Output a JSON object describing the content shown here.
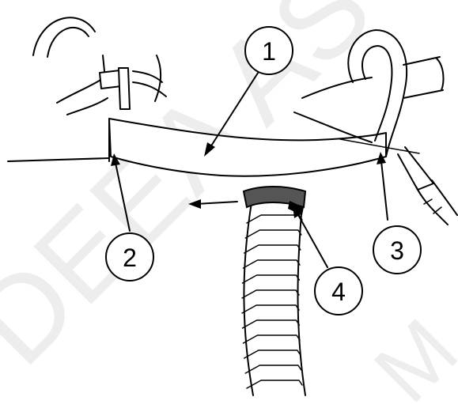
{
  "watermark": "DEEA AS",
  "watermark_corner": "M",
  "callouts": [
    {
      "label": "1"
    },
    {
      "label": "2"
    },
    {
      "label": "3"
    },
    {
      "label": "4"
    }
  ],
  "colors": {
    "line": "#000000",
    "background": "#ffffff",
    "clamp": "#555555",
    "watermark": "#d9d9d9"
  }
}
